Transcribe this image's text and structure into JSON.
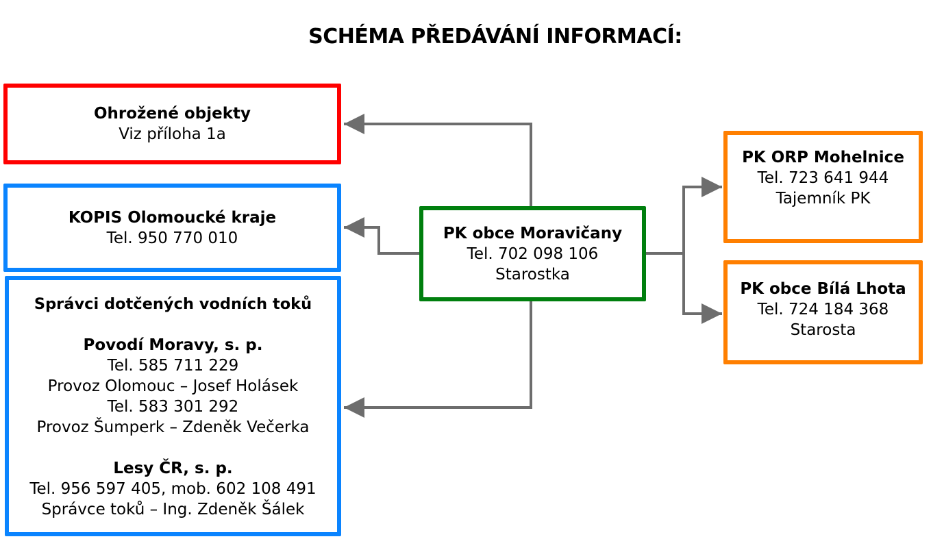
{
  "title": "SCHÉMA PŘEDÁVÁNÍ INFORMACÍ:",
  "colors": {
    "threatened": "#ff0000",
    "external": "#0a84ff",
    "center": "#007f0e",
    "neighbor": "#ff7f00",
    "connector": "#6d6d6d"
  },
  "nodes": {
    "threatened_objects": {
      "title": "Ohrožené objekty",
      "lines": [
        "Viz příloha 1a"
      ]
    },
    "kopis": {
      "title": "KOPIS Olomoucké kraje",
      "lines": [
        "Tel. 950 770 010"
      ]
    },
    "water_managers": {
      "title": "Správci dotčených vodních toků",
      "groups": [
        {
          "title": "Povodí Moravy, s. p.",
          "lines": [
            "Tel. 585 711 229",
            "Provoz Olomouc – Josef Holásek",
            "Tel. 583 301 292",
            "Provoz Šumperk – Zdeněk Večerka"
          ]
        },
        {
          "title": "Lesy ČR, s. p.",
          "lines": [
            "Tel. 956 597 405, mob. 602 108 491",
            "Správce toků – Ing. Zdeněk Šálek"
          ]
        }
      ]
    },
    "center": {
      "title": "PK obce Moravičany",
      "lines": [
        "Tel. 702 098 106",
        "Starostka"
      ]
    },
    "orp": {
      "title": "PK ORP Mohelnice",
      "lines": [
        "Tel. 723 641 944",
        "Tajemník PK"
      ]
    },
    "bila_lhota": {
      "title": "PK obce Bílá Lhota",
      "lines": [
        "Tel. 724 184 368",
        "Starosta"
      ]
    }
  },
  "edges": [
    {
      "from": "center",
      "to": "threatened_objects"
    },
    {
      "from": "center",
      "to": "kopis"
    },
    {
      "from": "center",
      "to": "water_managers"
    },
    {
      "from": "center",
      "to": "orp"
    },
    {
      "from": "center",
      "to": "bila_lhota"
    }
  ]
}
